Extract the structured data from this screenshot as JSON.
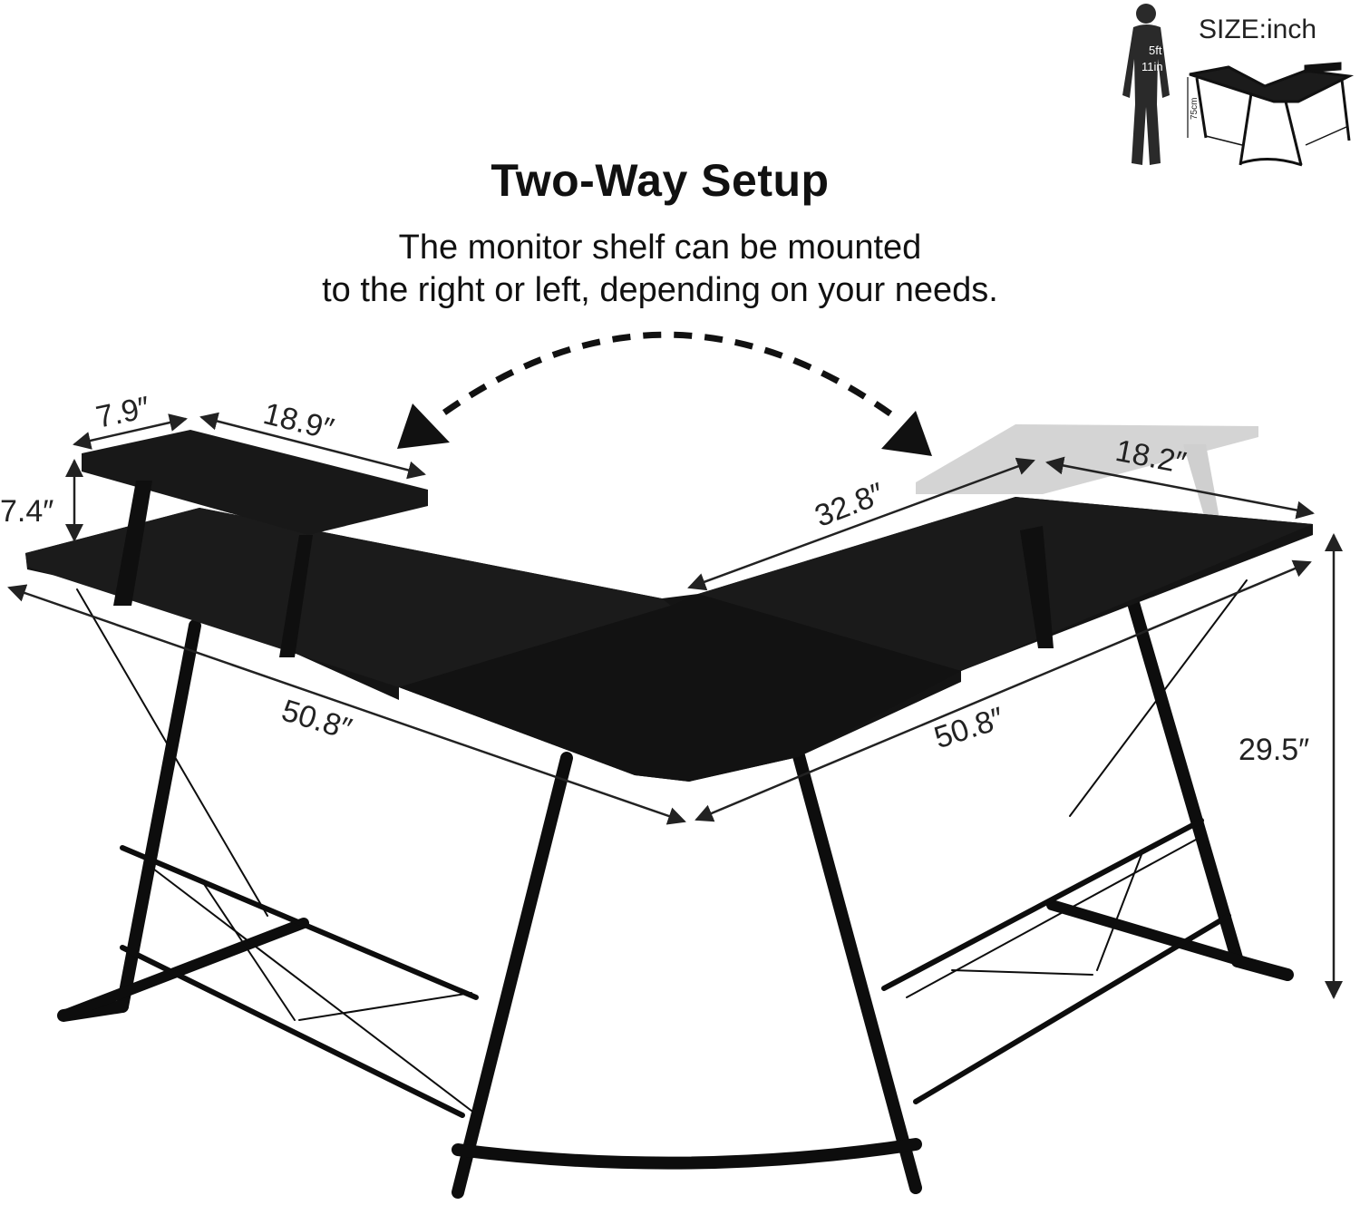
{
  "header": {
    "title": "Two-Way Setup",
    "subtitle_lines": [
      "The monitor shelf can be mounted",
      "to the right or left, depending on your needs."
    ]
  },
  "inset": {
    "size_label": "SIZE:inch",
    "person_height": [
      "5ft",
      "11in"
    ],
    "desk_height_label": "75cm"
  },
  "dimensions": {
    "shelf_depth": "7.9″",
    "shelf_width": "18.9″",
    "shelf_height": "7.4″",
    "left_length": "50.8″",
    "right_length": "50.8″",
    "inner_length": "32.8″",
    "alt_shelf_width": "18.2″",
    "desk_height": "29.5″"
  },
  "colors": {
    "desk": "#151515",
    "frame": "#0d0d0d",
    "ghost_shelf": "#d0d0d0",
    "dim_line": "#222222"
  }
}
